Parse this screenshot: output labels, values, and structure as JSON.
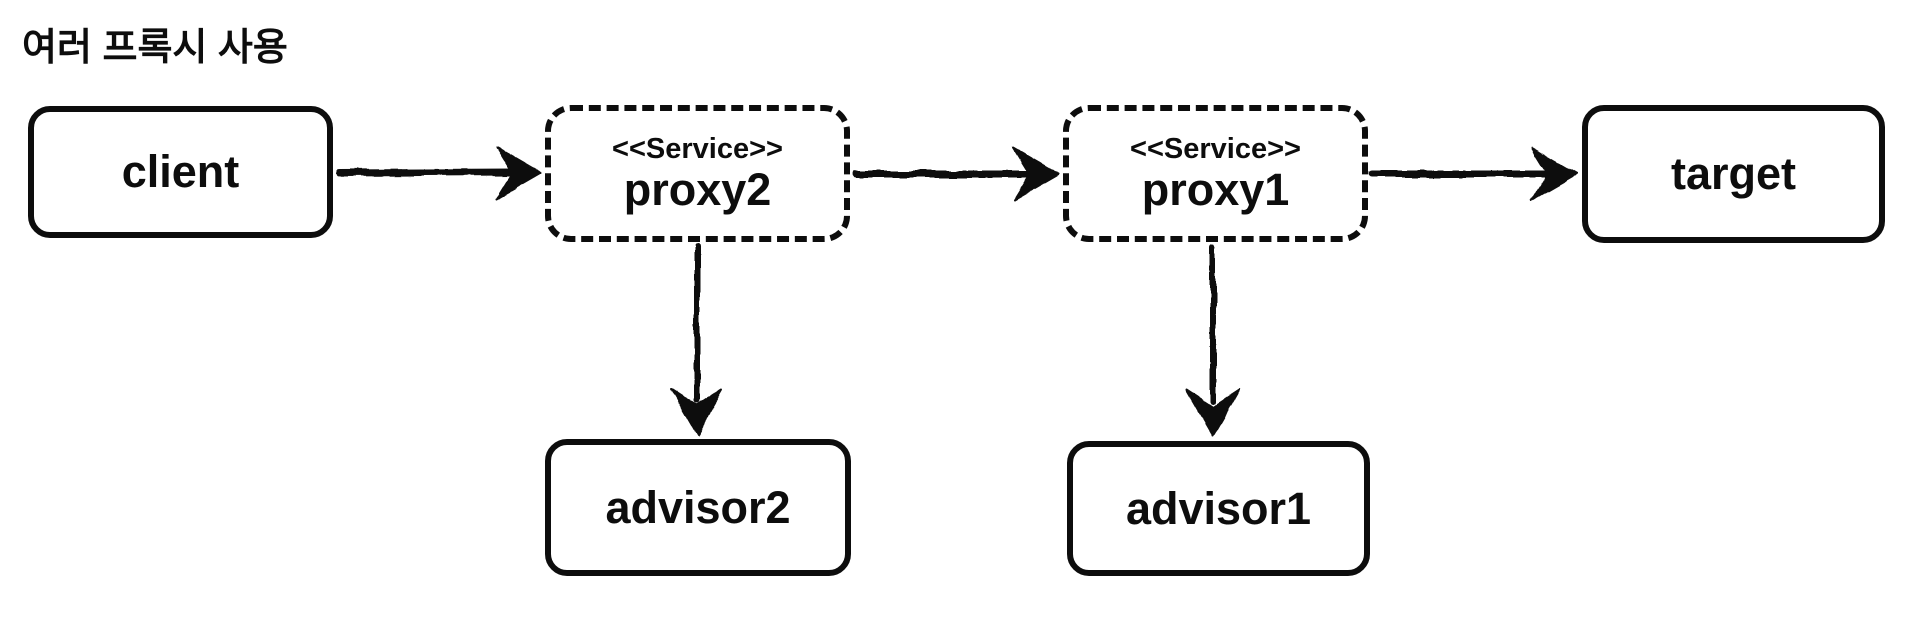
{
  "title": "여러 프록시 사용",
  "colors": {
    "ink": "#0d0d0d",
    "background": "#ffffff"
  },
  "diagram": {
    "nodes": [
      {
        "id": "client",
        "label": "client",
        "stereotype": "",
        "border": "solid"
      },
      {
        "id": "proxy2",
        "label": "proxy2",
        "stereotype": "<<Service>>",
        "border": "dashed"
      },
      {
        "id": "proxy1",
        "label": "proxy1",
        "stereotype": "<<Service>>",
        "border": "dashed"
      },
      {
        "id": "target",
        "label": "target",
        "stereotype": "",
        "border": "solid"
      },
      {
        "id": "advisor2",
        "label": "advisor2",
        "stereotype": "",
        "border": "solid"
      },
      {
        "id": "advisor1",
        "label": "advisor1",
        "stereotype": "",
        "border": "solid"
      }
    ],
    "edges": [
      {
        "from": "client",
        "to": "proxy2",
        "direction": "right"
      },
      {
        "from": "proxy2",
        "to": "proxy1",
        "direction": "right"
      },
      {
        "from": "proxy1",
        "to": "target",
        "direction": "right"
      },
      {
        "from": "proxy2",
        "to": "advisor2",
        "direction": "down"
      },
      {
        "from": "proxy1",
        "to": "advisor1",
        "direction": "down"
      }
    ]
  }
}
